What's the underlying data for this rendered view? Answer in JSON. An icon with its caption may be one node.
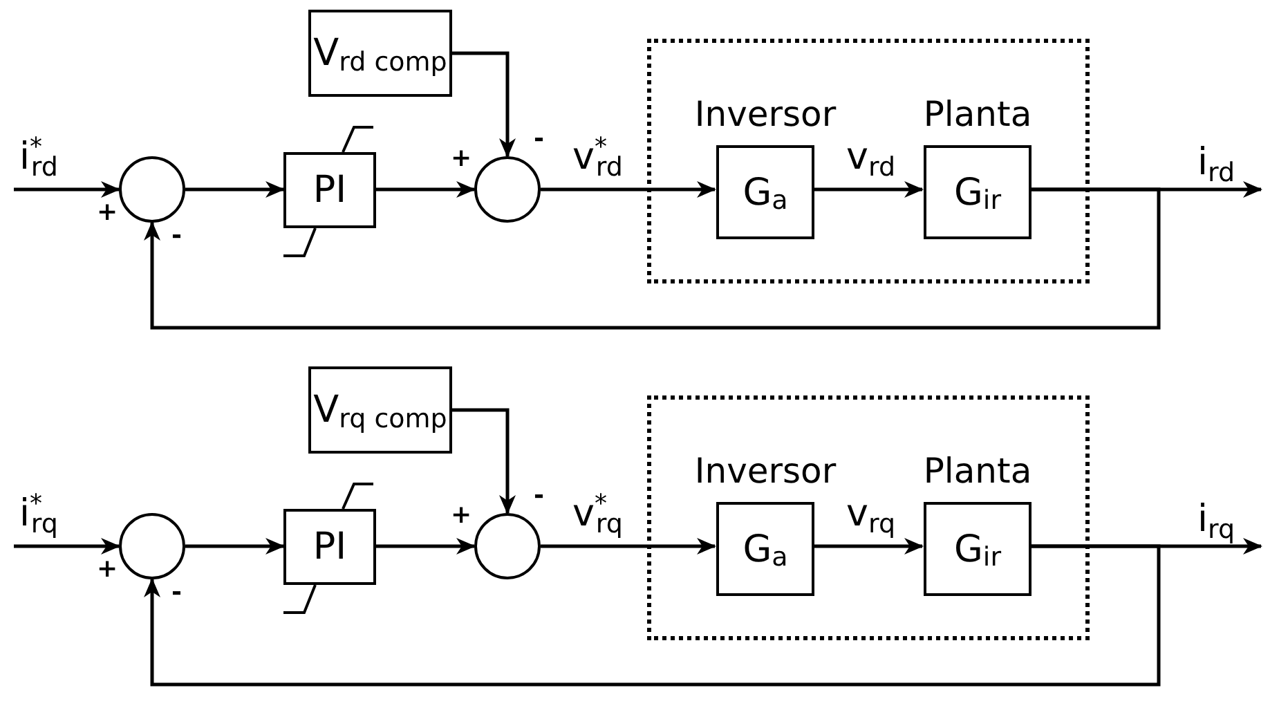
{
  "diagram": {
    "nodes": [
      {
        "text": [
          "V$_{rd comp}$"
        ]
      },
      {
        "text": [],
        "shape": "circle"
      },
      {
        "text": [
          "PI"
        ]
      },
      {
        "text": [],
        "shape": "circle"
      },
      {
        "text": [],
        "shape": "box"
      },
      {
        "text": [
          "Inversor",
          "G$_{a}$"
        ],
        "in": 4
      },
      {
        "text": [
          "Planta",
          "G$_{ir}$"
        ],
        "in": 4
      },
      {
        "text": [
          "V$_{rq comp}$"
        ]
      },
      {
        "text": [],
        "shape": "circle"
      },
      {
        "text": [
          "PI"
        ]
      },
      {
        "text": [],
        "shape": "circle"
      },
      {
        "text": [],
        "shape": "box"
      },
      {
        "text": [
          "Inversor",
          "G$_{a}$"
        ],
        "in": 11
      },
      {
        "text": [
          "Planta",
          "G$_{ir}$"
        ],
        "in": 11
      }
    ],
    "edges": [
      {
        "from": null,
        "to": 1,
        "arrow": "to",
        "label": "i$^{*}$$_{rd}$"
      },
      {
        "from": 1,
        "to": 2,
        "arrow": "to"
      },
      {
        "from": 2,
        "to": 3,
        "arrow": "to"
      },
      {
        "from": 0,
        "to": 3,
        "arrow": "to"
      },
      {
        "from": 3,
        "to": 5,
        "arrow": "to",
        "label": "v$^{*}$$_{rd}$"
      },
      {
        "from": 5,
        "to": 6,
        "arrow": "to",
        "label": "v$_{rd}$"
      },
      {
        "from": 6,
        "to": null,
        "arrow": "to",
        "label": "i$_{rd}$"
      },
      {
        "from": 6,
        "to": 1,
        "arrow": "to"
      },
      {
        "from": null,
        "to": 8,
        "arrow": "to",
        "label": "i$^{*}$$_{rq}$"
      },
      {
        "from": 8,
        "to": 9,
        "arrow": "to"
      },
      {
        "from": 9,
        "to": 10,
        "arrow": "to"
      },
      {
        "from": 7,
        "to": 10,
        "arrow": "to"
      },
      {
        "from": 10,
        "to": 12,
        "arrow": "to",
        "label": "v$^{*}$$_{rq}$"
      },
      {
        "from": 12,
        "to": 13,
        "arrow": "to",
        "label": "v$_{rq}$"
      },
      {
        "from": 13,
        "to": null,
        "arrow": "to",
        "label": "i$_{rq}$"
      },
      {
        "from": 13,
        "to": 8,
        "arrow": "to"
      }
    ],
    "labels": [
      "+",
      "-",
      "+",
      "-",
      "+",
      "-",
      "+",
      "-"
    ]
  }
}
